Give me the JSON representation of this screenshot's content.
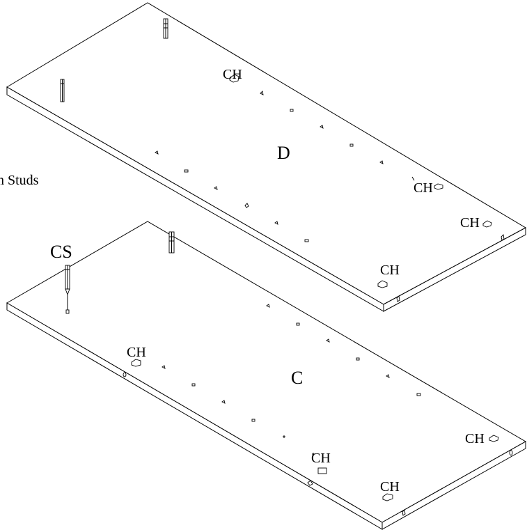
{
  "legend_text": "n Studs",
  "panels": [
    {
      "id": "D",
      "letter": "D",
      "hole_labels": [
        "CH",
        "CH",
        "CH",
        "CH"
      ],
      "stud_labels": []
    },
    {
      "id": "C",
      "letter": "C",
      "hole_labels": [
        "CH",
        "CH",
        "CH",
        "CH"
      ],
      "stud_labels": [
        "CS"
      ]
    }
  ]
}
